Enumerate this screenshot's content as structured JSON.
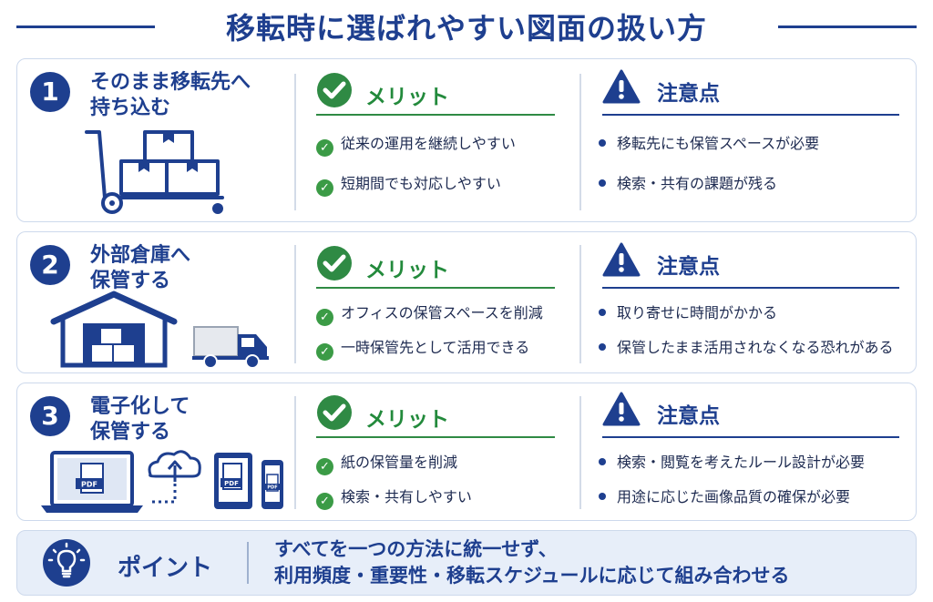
{
  "title": "移転時に選ばれやすい図面の扱い方",
  "labels": {
    "merit": "メリット",
    "caution": "注意点"
  },
  "colors": {
    "navy": "#1e3f8f",
    "green": "#3b9b46",
    "card_border": "#cdd9ec",
    "point_bg": "#e7eef9"
  },
  "options": [
    {
      "number": "1",
      "title_line1": "そのまま移転先へ",
      "title_line2": "持ち込む",
      "illustration": "hand-truck-with-boxes-icon",
      "merits": [
        "従来の運用を継続しやすい",
        "短期間でも対応しやすい"
      ],
      "cautions": [
        "移転先にも保管スペースが必要",
        "検索・共有の課題が残る"
      ]
    },
    {
      "number": "2",
      "title_line1": "外部倉庫へ",
      "title_line2": "保管する",
      "illustration": "warehouse-and-truck-icon",
      "merits": [
        "オフィスの保管スペースを削減",
        "一時保管先として活用できる"
      ],
      "cautions": [
        "取り寄せに時間がかかる",
        "保管したまま活用されなくなる恐れがある"
      ]
    },
    {
      "number": "3",
      "title_line1": "電子化して",
      "title_line2": "保管する",
      "illustration": "pdf-devices-cloud-icon",
      "pdf_label": "PDF",
      "merits": [
        "紙の保管量を削減",
        "検索・共有しやすい"
      ],
      "cautions": [
        "検索・閲覧を考えたルール設計が必要",
        "用途に応じた画像品質の確保が必要"
      ]
    }
  ],
  "point": {
    "label": "ポイント",
    "icon": "lightbulb-icon",
    "line1": "すべてを一つの方法に統一せず、",
    "line2": "利用頻度・重要性・移転スケジュールに応じて組み合わせる"
  }
}
